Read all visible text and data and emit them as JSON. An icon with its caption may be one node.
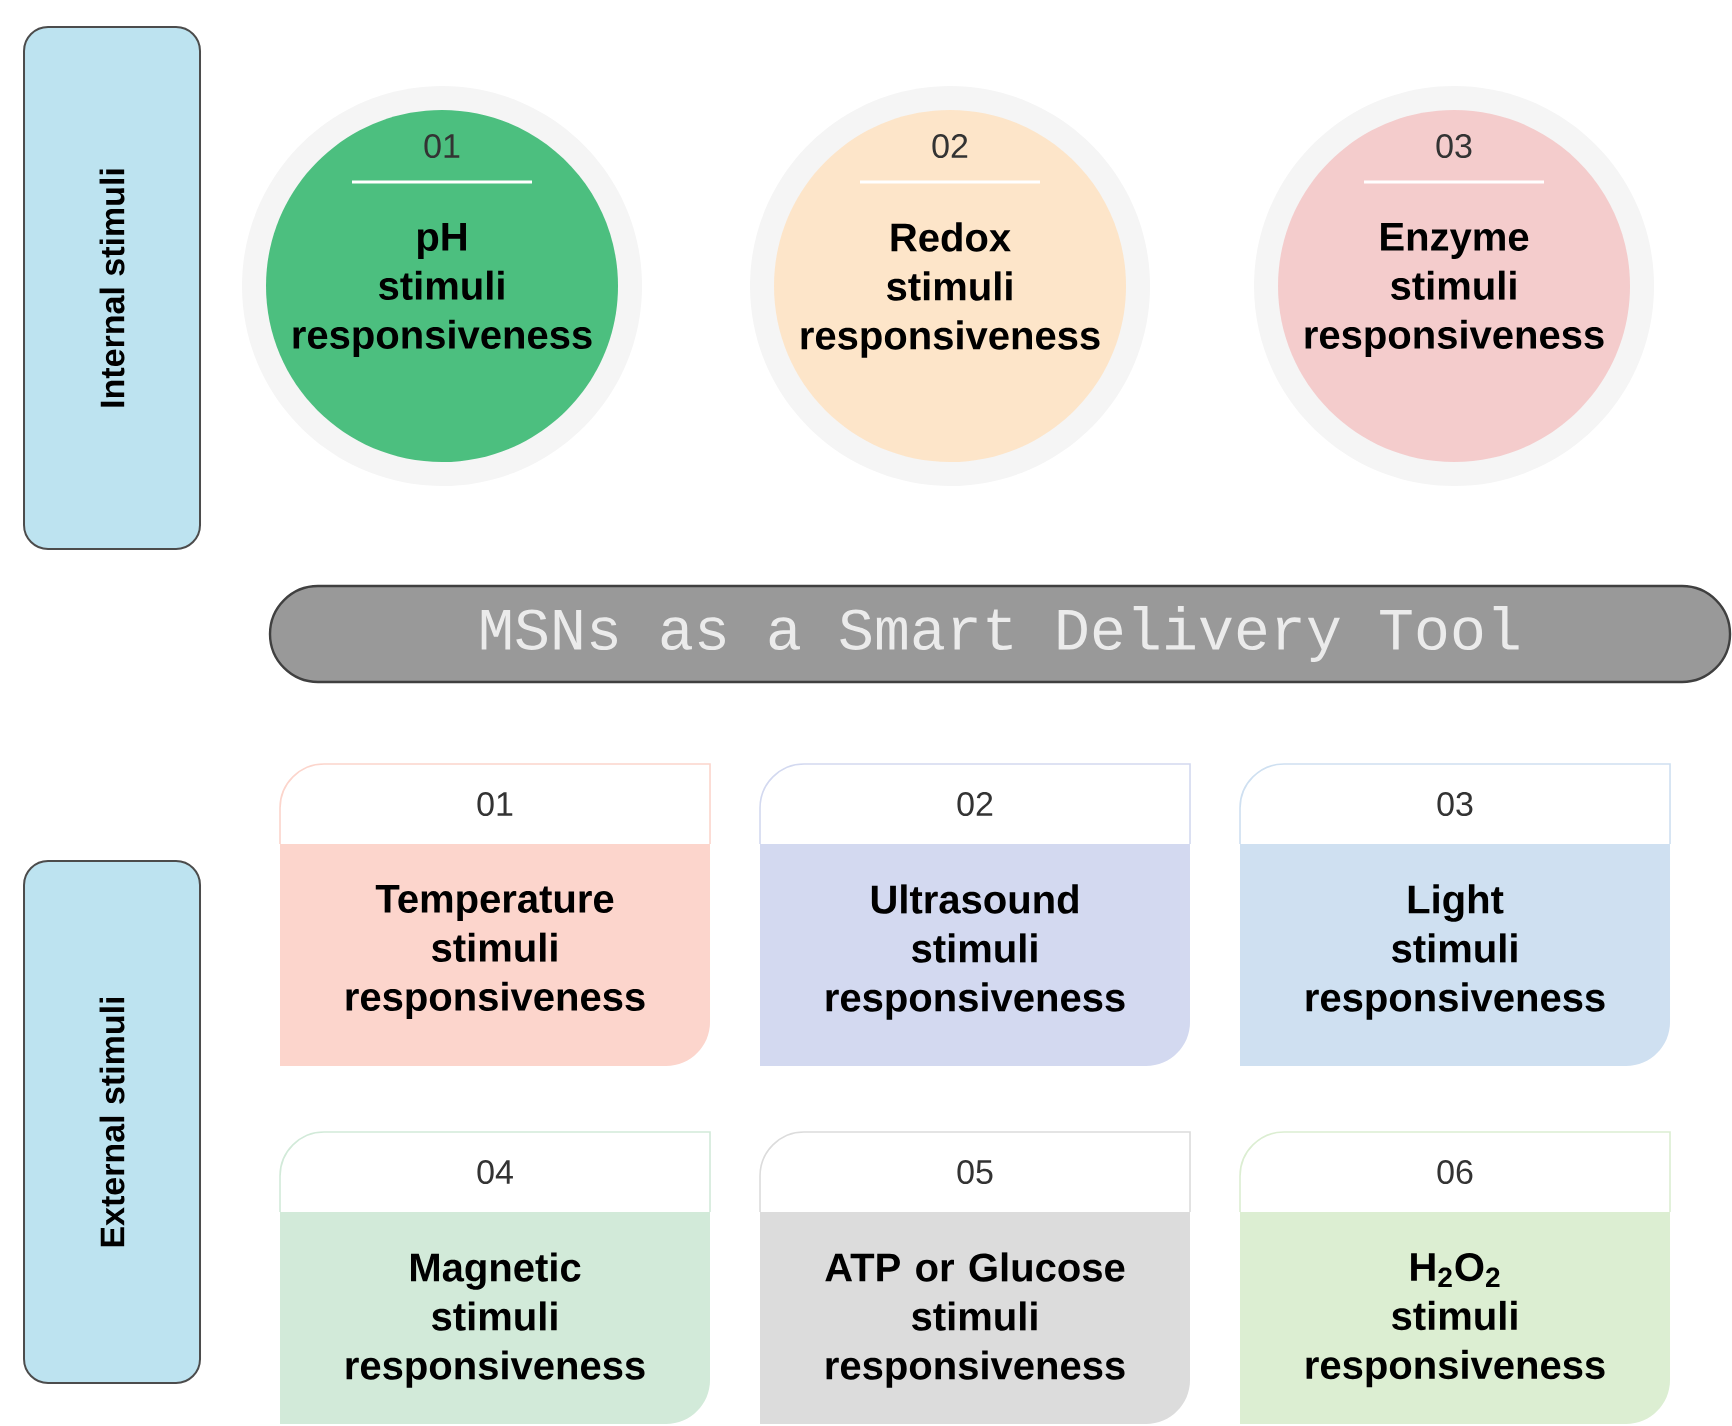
{
  "diagram": {
    "nodes": [
      {
        "text": [
          "Internal stimuli"
        ]
      },
      {
        "text": [
          "01",
          "pH stimuli responsiveness"
        ]
      },
      {
        "text": [
          "02",
          "Redox stimuli responsiveness"
        ]
      },
      {
        "text": [
          "03",
          "Enzyme stimuli responsiveness"
        ]
      },
      {
        "text": [
          "MSNs as a Smart Delivery Tool"
        ]
      },
      {
        "text": [
          "External stimuli"
        ]
      },
      {
        "text": [
          "01",
          "Temperature stimuli responsiveness"
        ]
      },
      {
        "text": [
          "02",
          "Ultrasound stimuli responsiveness"
        ]
      },
      {
        "text": [
          "03",
          "Light stimuli responsiveness"
        ]
      },
      {
        "text": [
          "04",
          "Magnetic stimuli responsiveness"
        ]
      },
      {
        "text": [
          "05",
          "ATP or Glucose stimuli responsiveness"
        ]
      },
      {
        "text": [
          "06",
          "H$_{2}$O$_{2}$ stimuli responsiveness"
        ]
      }
    ]
  }
}
